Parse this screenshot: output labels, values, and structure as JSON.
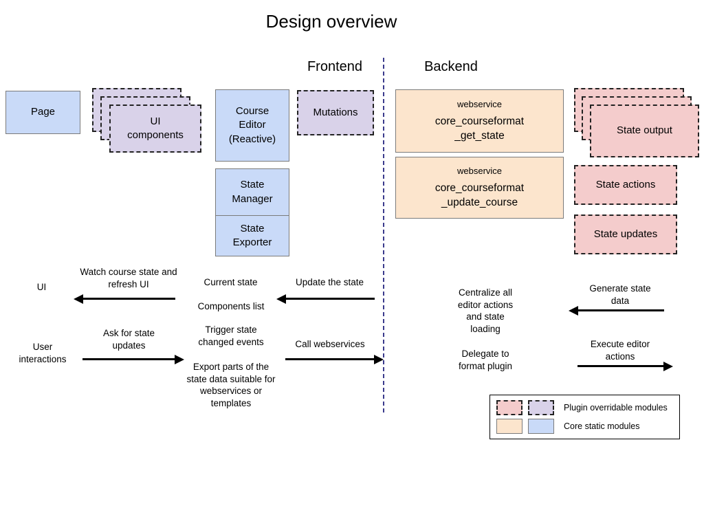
{
  "title": "Design overview",
  "sections": {
    "frontend_label": "Frontend",
    "backend_label": "Backend"
  },
  "colors": {
    "blue": "#c9daf8",
    "purple": "#d9d2e9",
    "orange": "#fce5cd",
    "pink": "#f4cccc",
    "divider": "#3a3a8c"
  },
  "boxes": {
    "page": "Page",
    "ui_components": "UI components",
    "course_editor": "Course Editor (Reactive)",
    "mutations": "Mutations",
    "state_manager": "State Manager",
    "state_exporter": "State Exporter",
    "ws_get_state": {
      "small": "webservice",
      "line1": "core_courseformat",
      "line2": "_get_state"
    },
    "ws_update_course": {
      "small": "webservice",
      "line1": "core_courseformat",
      "line2": "_update_course"
    },
    "state_output": "State output",
    "state_actions": "State actions",
    "state_updates": "State updates"
  },
  "flows": {
    "ui_label": "UI",
    "watch_refresh": "Watch course state and refresh UI",
    "current_state": "Current state",
    "components_list": "Components list",
    "update_the_state": "Update the state",
    "user_interactions": "User interactions",
    "ask_for_updates": "Ask for state updates",
    "trigger_events": "Trigger state changed events",
    "call_webservices": "Call webservices",
    "export_parts": "Export parts of the state data suitable for webservices or templates",
    "centralize": "Centralize all editor actions and state loading",
    "generate_state": "Generate state data",
    "delegate": "Delegate to format plugin",
    "execute_actions": "Execute editor actions"
  },
  "legend": {
    "plugin_label": "Plugin overridable modules",
    "core_label": "Core static modules"
  }
}
